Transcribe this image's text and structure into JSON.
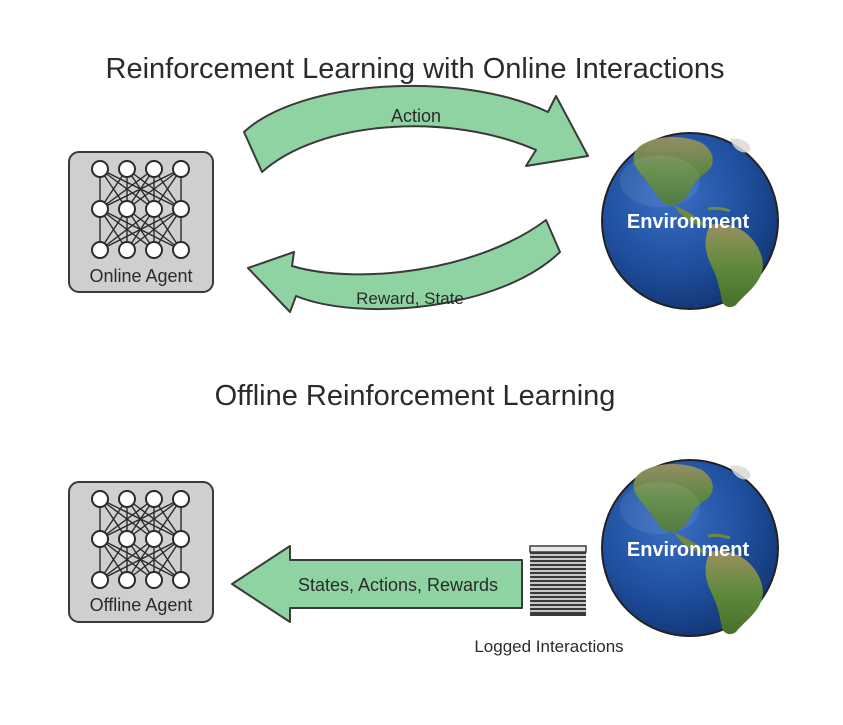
{
  "online_section": {
    "title": "Reinforcement Learning with Online Interactions",
    "agent_label": "Online Agent",
    "action_label": "Action",
    "reward_label": "Reward, State",
    "environment_label": "Environment"
  },
  "offline_section": {
    "title": "Offline Reinforcement Learning",
    "agent_label": "Offline Agent",
    "arrow_label": "States, Actions, Rewards",
    "log_label": "Logged Interactions",
    "environment_label": "Environment"
  },
  "icons": [
    "neural-network-icon",
    "globe-icon",
    "paper-stack-icon"
  ],
  "colors": {
    "arrow_fill": "#8fd3a3",
    "arrow_stroke": "#3a3a3a",
    "agent_box": "#cfcfcf",
    "ocean": "#1f4f9e",
    "land": "#5f8a3a"
  }
}
